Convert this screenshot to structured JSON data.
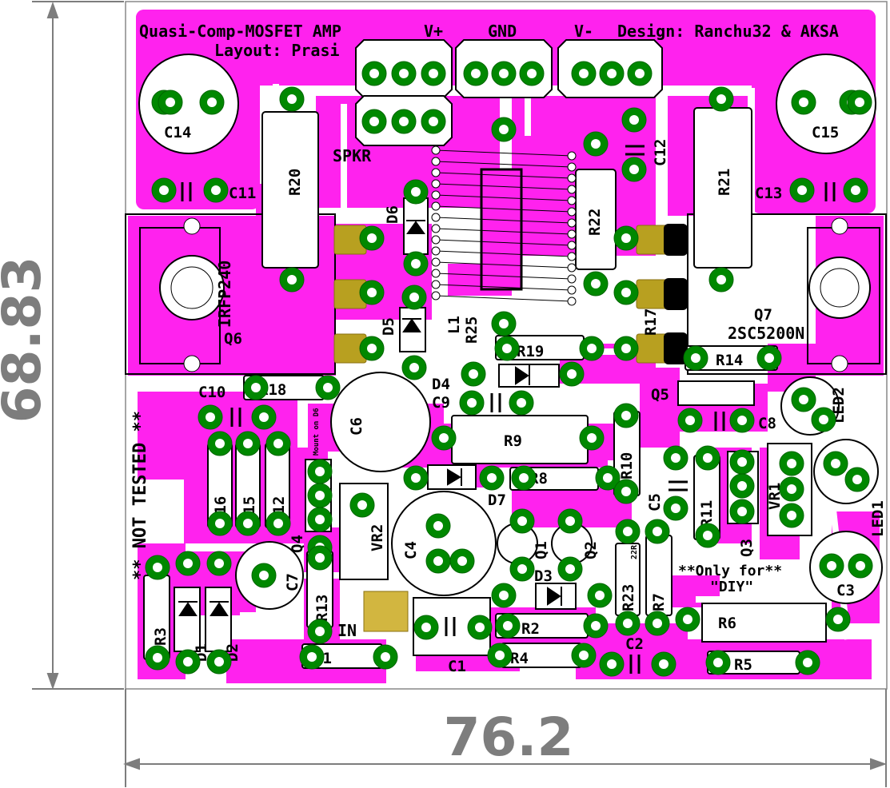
{
  "title": "Quasi-Comp-MOSFET AMP",
  "layout_credit": "Layout: Prasi",
  "design_credit": "Design: Ranchu32 & AKSA",
  "terminals": {
    "v_plus": "V+",
    "gnd": "GND",
    "v_minus": "V-",
    "speaker": "SPKR",
    "input": "IN"
  },
  "notes": {
    "not_tested": "** NOT TESTED **",
    "only_diy_1": "**Only for**",
    "only_diy_2": "\"DIY\"",
    "mount_on_d6": "Mount on D6",
    "r23_value": "22R"
  },
  "dimensions": {
    "width": "76.2",
    "height": "68.83"
  },
  "transistors": {
    "q6_part": "IRFP240",
    "q7_part": "2SC5200N"
  },
  "labels": {
    "C14": "C14",
    "C15": "C15",
    "C11": "C11",
    "C13": "C13",
    "C12": "C12",
    "C10": "C10",
    "C9": "C9",
    "C8": "C8",
    "C7": "C7",
    "C6": "C6",
    "C5": "C5",
    "C4": "C4",
    "C3": "C3",
    "C2": "C2",
    "C1": "C1",
    "R20": "R20",
    "R21": "R21",
    "R22": "R22",
    "R25": "R25",
    "R17": "R17",
    "R19": "R19",
    "R18": "R18",
    "R14": "R14",
    "R9": "R9",
    "R8": "R8",
    "R10": "R10",
    "R16": "R16",
    "R15": "R15",
    "R12": "R12",
    "R11": "R11",
    "R13": "R13",
    "R3": "R3",
    "R1": "R1",
    "R2": "R2",
    "R4": "R4",
    "R5": "R5",
    "R6": "R6",
    "R7": "R7",
    "R23": "R23",
    "D6": "D6",
    "D5": "D5",
    "D4": "D4",
    "D3": "D3",
    "D7": "D7",
    "D1": "D1",
    "D2": "D2",
    "Q6": "Q6",
    "Q7": "Q7",
    "Q5": "Q5",
    "Q4": "Q4",
    "Q3": "Q3",
    "Q1": "Q1",
    "Q2": "Q2",
    "L1": "L1",
    "VR1": "VR1",
    "VR2": "VR2",
    "LED1": "LED1",
    "LED2": "LED2"
  },
  "colors": {
    "copper": "#ff22ee",
    "pad": "#008800",
    "silk": "#000000",
    "dimension": "#7d7d7d",
    "hole": "#ffffff"
  }
}
